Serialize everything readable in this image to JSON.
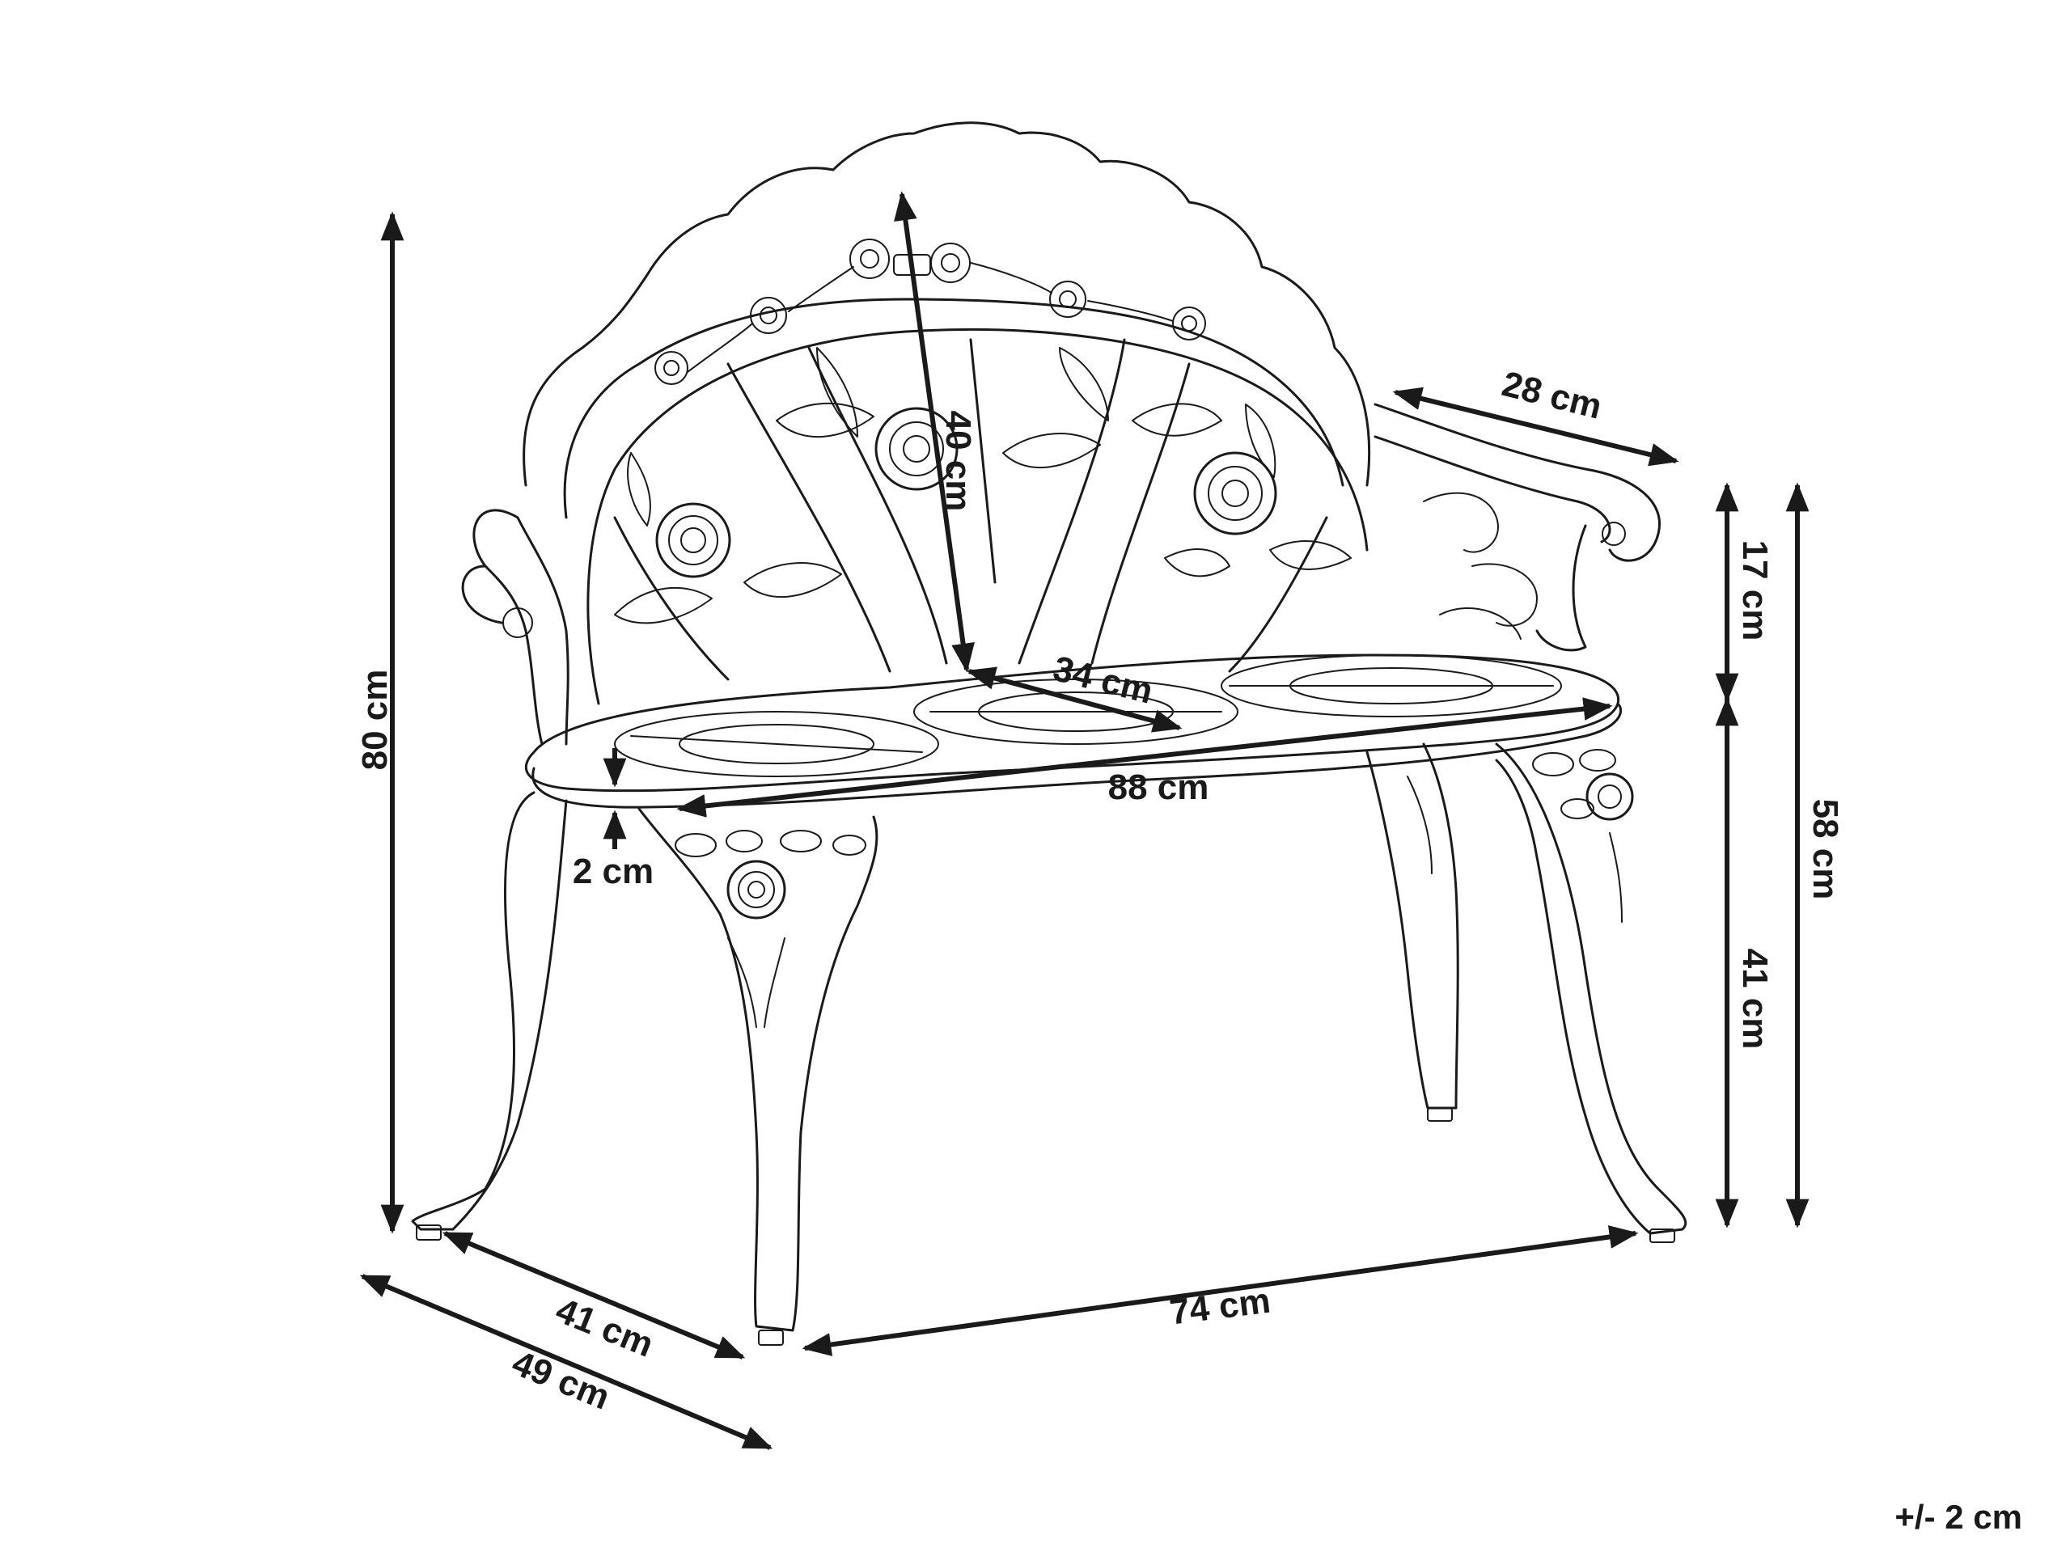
{
  "dimensions": {
    "total_height": "80 cm",
    "backrest_height": "40 cm",
    "armrest_length": "28 cm",
    "seat_depth": "34 cm",
    "seat_width": "88 cm",
    "seat_thickness": "2 cm",
    "armrest_height": "17 cm",
    "armrest_total_height": "58 cm",
    "seat_height": "41 cm",
    "leg_depth": "41 cm",
    "total_depth": "49 cm",
    "leg_width": "74 cm"
  },
  "tolerance": "+/- 2 cm",
  "colors": {
    "ink": "#1a1a1a",
    "background": "#ffffff"
  }
}
